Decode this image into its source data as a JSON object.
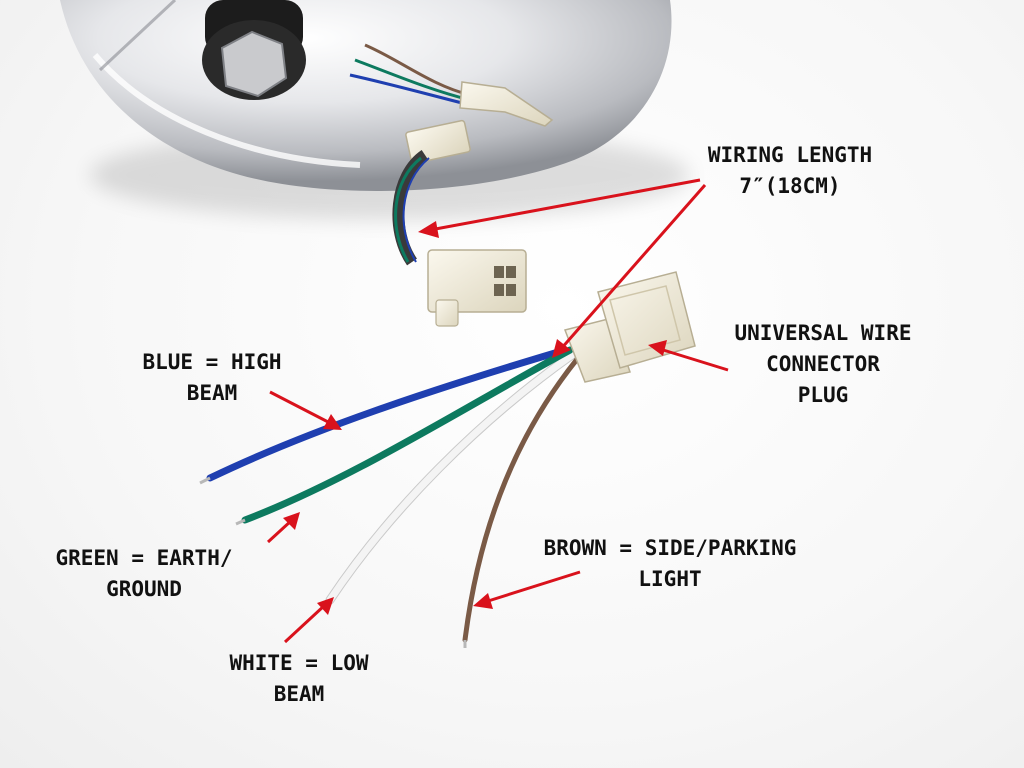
{
  "colors": {
    "arrow": "#d9121c",
    "wire_blue": "#1f3fb0",
    "wire_green": "#0d7a5f",
    "wire_white": "#f4f4f4",
    "wire_brown": "#7a5a46",
    "connector": "#f2ecd8",
    "chrome": "#d7d8dc",
    "label_text": "#111111"
  },
  "labels": {
    "wiring_length": {
      "line1": "WIRING LENGTH",
      "line2": "7″(18CM)"
    },
    "universal_plug": {
      "line1": "UNIVERSAL WIRE",
      "line2": "CONNECTOR",
      "line3": "PLUG"
    },
    "blue": {
      "line1": "BLUE = HIGH",
      "line2": "BEAM"
    },
    "green": {
      "line1": "GREEN = EARTH/",
      "line2": "GROUND"
    },
    "white": {
      "line1": "WHITE = LOW",
      "line2": "BEAM"
    },
    "brown": {
      "line1": "BROWN = SIDE/PARKING",
      "line2": "LIGHT"
    }
  }
}
